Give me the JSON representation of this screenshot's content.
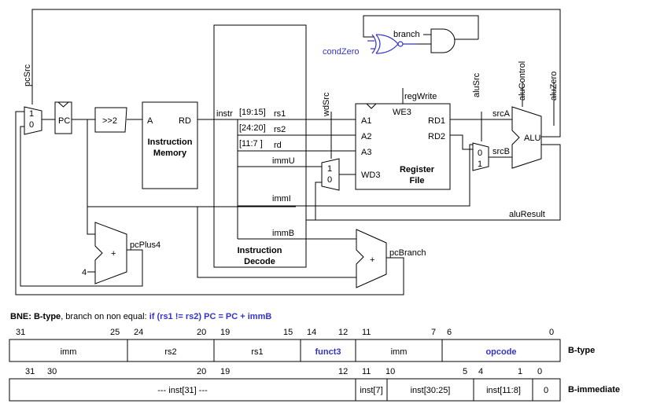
{
  "blocks": {
    "pc": "PC",
    "shifter": ">>2",
    "imem_a": "A",
    "imem_rd": "RD",
    "imem_title_1": "Instruction",
    "imem_title_2": "Memory",
    "decode_1": "Instruction",
    "decode_2": "Decode",
    "rf_we3": "WE3",
    "rf_a1": "A1",
    "rf_a2": "A2",
    "rf_a3": "A3",
    "rf_wd3": "WD3",
    "rf_rd1": "RD1",
    "rf_rd2": "RD2",
    "rf_title_1": "Register",
    "rf_title_2": "File",
    "alu": "ALU",
    "adder": "+",
    "mux_1": "1",
    "mux_0": "0",
    "const_4": "4"
  },
  "signals": {
    "pcSrc": "pcSrc",
    "instr": "instr",
    "f1915": "[19:15]",
    "f2420": "[24:20]",
    "f117": "[11:7  ]",
    "rs1": "rs1",
    "rs2": "rs2",
    "rd": "rd",
    "immU": "immU",
    "immI": "immI",
    "immB": "immB",
    "wdSrc": "wdSrc",
    "regWrite": "regWrite",
    "aluSrc": "aluSrc",
    "aluControl": "aluControl",
    "aluZero": "aluZero",
    "srcA": "srcA",
    "srcB": "srcB",
    "aluResult": "aluResult",
    "pcPlus4": "pcPlus4",
    "pcBranch": "pcBranch",
    "branch": "branch",
    "condZero": "condZero"
  },
  "description": {
    "name": "BNE",
    "format": ": B-type",
    "text": ", branch on non equal: ",
    "expr": "if (rs1 != rs2) PC =  PC + immB"
  },
  "btype": {
    "label": "B-type",
    "bits": [
      "31",
      "25",
      "24",
      "20",
      "19",
      "15",
      "14",
      "12",
      "11",
      "7",
      "6",
      "0"
    ],
    "fields": [
      "imm",
      "rs2",
      "rs1",
      "funct3",
      "imm",
      "opcode"
    ]
  },
  "bimm": {
    "label": "B-immediate",
    "bits": [
      "31",
      "30",
      "20",
      "19",
      "12",
      "11",
      "10",
      "5",
      "4",
      "1",
      "0"
    ],
    "fields": [
      "--- inst[31] ---",
      "inst[7]",
      "inst[30:25]",
      "inst[11:8]",
      "0"
    ]
  },
  "colors": {
    "accent": "#3333cc",
    "line": "#000000",
    "background": "#ffffff"
  }
}
